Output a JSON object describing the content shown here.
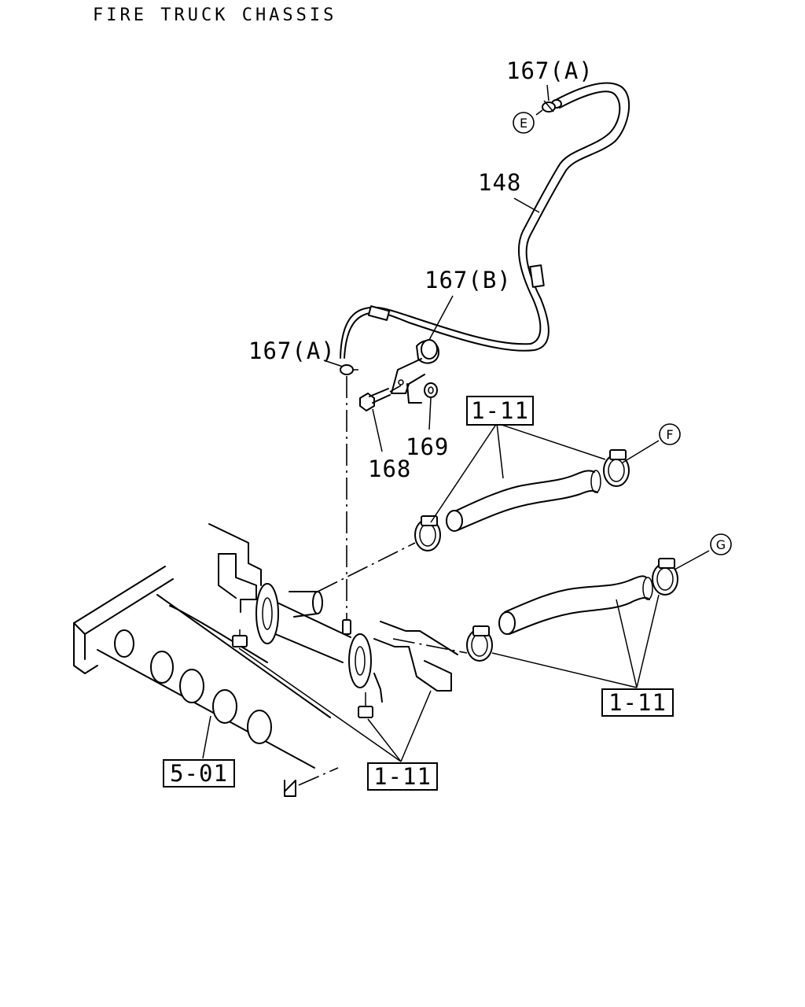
{
  "title": "FIRE TRUCK CHASSIS",
  "callouts": {
    "p167a_top": "167(A)",
    "p148": "148",
    "p167b": "167(B)",
    "p167a_left": "167(A)",
    "p168": "168",
    "p169": "169"
  },
  "connectors": {
    "E": "E",
    "F": "F",
    "G": "G"
  },
  "references": {
    "ref_top": "1-11",
    "ref_right": "1-11",
    "ref_bottom": "1-11",
    "ref_frame": "5-01"
  }
}
